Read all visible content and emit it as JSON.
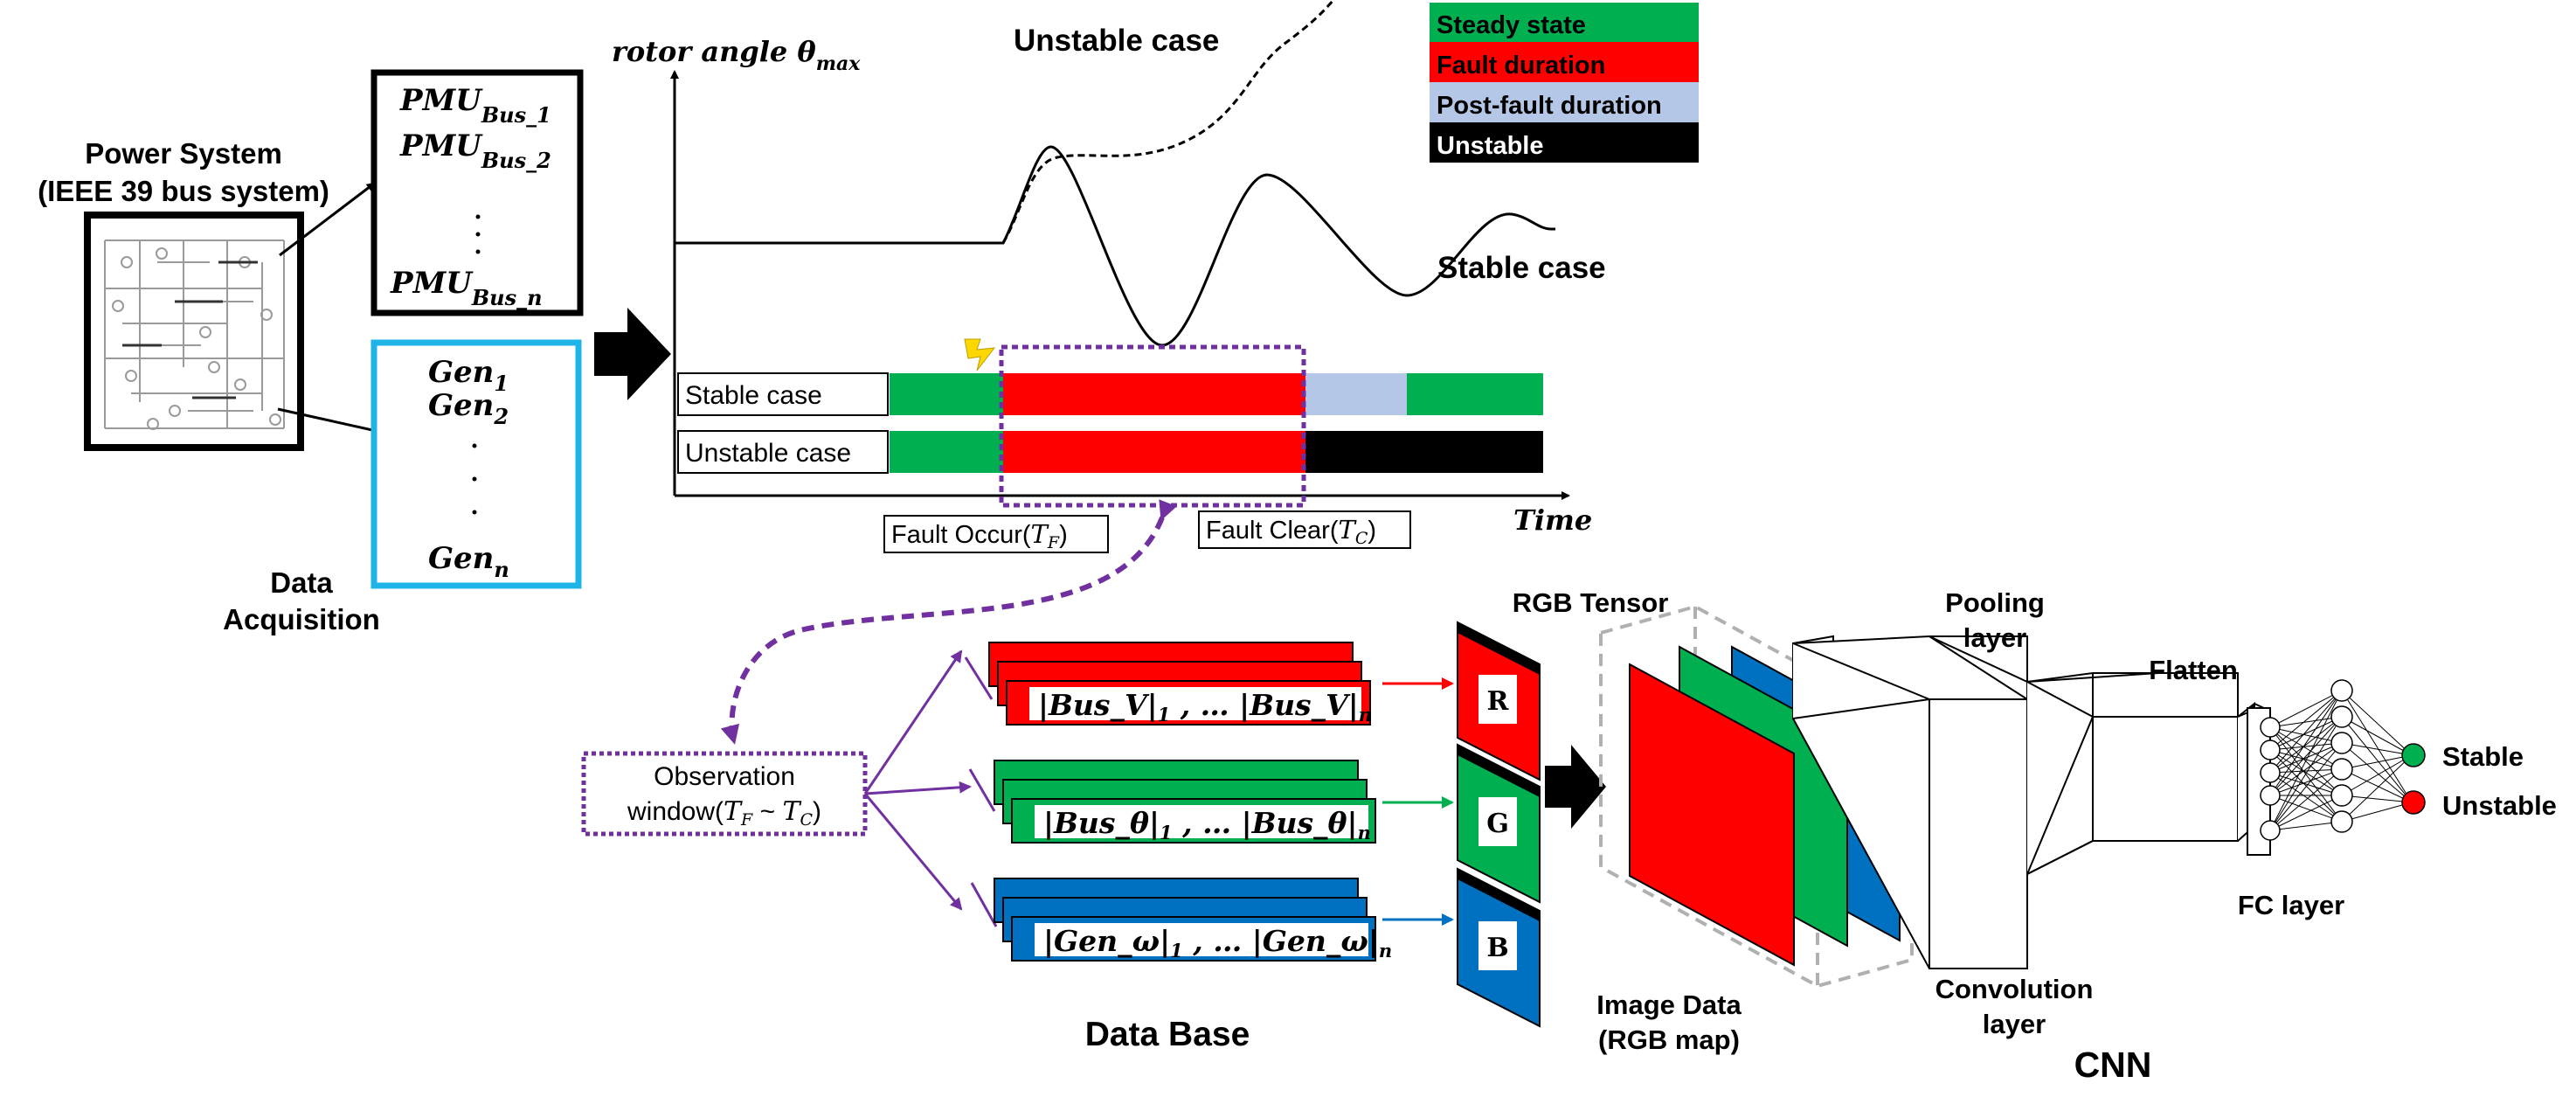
{
  "power_system": {
    "title_line1": "Power System",
    "title_line2": "(IEEE 39 bus system)",
    "data_acq_line1": "Data",
    "data_acq_line2": "Acquisition"
  },
  "pmu": {
    "base": "PMU",
    "sub1": "Bus_1",
    "sub2": "Bus_2",
    "subn": "Bus_n"
  },
  "gen": {
    "base": "Gen",
    "sub1": "1",
    "sub2": "2",
    "subn": "n"
  },
  "plot": {
    "ylabel_main": "rotor angle θ",
    "ylabel_sub": "max",
    "xlabel": "Time",
    "unstable_label": "Unstable case",
    "stable_label": "Stable case",
    "fault_occur": "Fault Occur(",
    "fault_occur_var": "T",
    "fault_occur_sub": "F",
    "fault_clear": "Fault Clear(",
    "fault_clear_var": "T",
    "fault_clear_sub": "C",
    "close_paren": ")"
  },
  "timeline": {
    "row1_label": "Stable case",
    "row2_label": "Unstable case"
  },
  "legend": [
    {
      "label": "Steady state",
      "color": "#00b050"
    },
    {
      "label": "Fault duration",
      "color": "#ff0000"
    },
    {
      "label": "Post-fault duration",
      "color": "#b4c7e7"
    },
    {
      "label": "Unstable",
      "color": "#000000"
    }
  ],
  "colors": {
    "steady": "#00b050",
    "fault": "#ff0000",
    "postfault": "#b4c7e7",
    "unstable": "#000000",
    "purple": "#7030a0",
    "cyan": "#1fb4e8",
    "blue": "#0070c0"
  },
  "observation": {
    "line1": "Observation",
    "line2_prefix": "window(",
    "line2_tf": "T",
    "line2_tf_sub": "F",
    "line2_mid": " ~ ",
    "line2_tc": "T",
    "line2_tc_sub": "C",
    "line2_suffix": ")"
  },
  "database": {
    "red_text": "|Bus_V|",
    "green_text": "|Bus_θ|",
    "blue_text": "|Gen_ω|",
    "sub1": "1",
    "subn": "n",
    "ellipsis": " , … ",
    "title": "Data Base"
  },
  "channels": {
    "r": "R",
    "g": "G",
    "b": "B"
  },
  "cnn": {
    "rgb_tensor": "RGB Tensor",
    "image_data_line1": "Image Data",
    "image_data_line2": "(RGB map)",
    "pooling_line1": "Pooling",
    "pooling_line2": "layer",
    "conv_line1": "Convolution",
    "conv_line2": "layer",
    "flatten": "Flatten",
    "fc_layer": "FC layer",
    "title": "CNN",
    "out_stable": "Stable",
    "out_unstable": "Unstable",
    "out_stable_color": "#00b050",
    "out_unstable_color": "#ff0000"
  }
}
